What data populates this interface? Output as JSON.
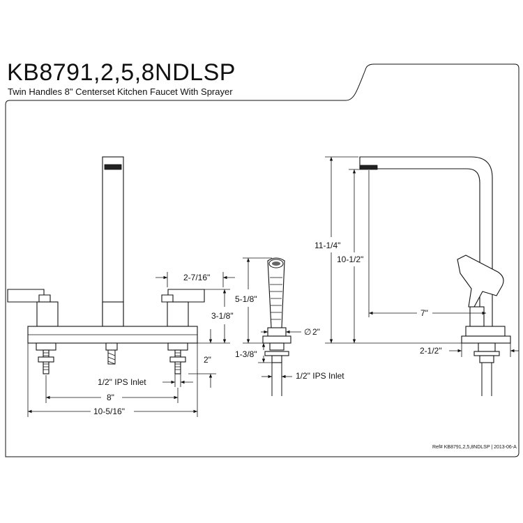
{
  "header": {
    "model": "KB8791,2,5,8NDLSP",
    "subtitle": "Twin Handles 8\" Centerset Kitchen Faucet With Sprayer"
  },
  "dimensions": {
    "handle_width": "2-7/16\"",
    "deck_height": "3-1/8\"",
    "shank_length": "2\"",
    "inlet_label": "1/2\" IPS Inlet",
    "centers": "8\"",
    "overall_width": "10-5/16\"",
    "sprayer_height": "5-1/8\"",
    "sprayer_diameter": "2\"",
    "diameter_symbol": "∅",
    "sprayer_shank": "1-3/8\"",
    "sprayer_inlet": "1/2\" IPS Inlet",
    "spout_height": "11-1/4\"",
    "spout_clearance": "10-1/2\"",
    "spout_reach": "7\"",
    "base_width": "2-1/2\""
  },
  "footer": {
    "reference": "Ref# KB8791,2,5,8NDLSP | 2013-06-A"
  }
}
